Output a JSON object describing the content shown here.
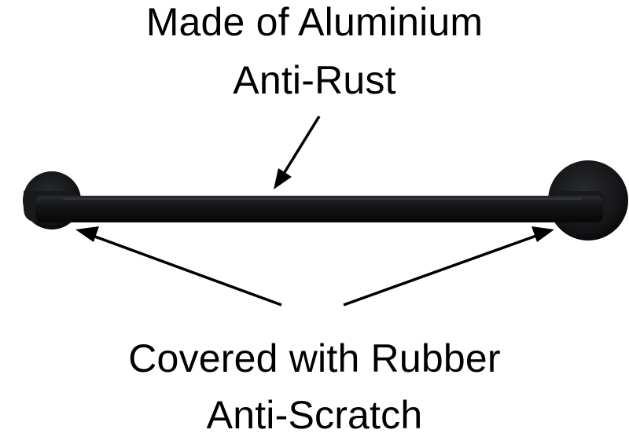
{
  "callouts": {
    "top": {
      "line1": "Made of Aluminium",
      "line2": "Anti-Rust"
    },
    "bottom": {
      "line1": "Covered with Rubber",
      "line2": "Anti-Scratch"
    }
  },
  "colors": {
    "product": "#111214",
    "arrow": "#000000",
    "text": "#000000",
    "background": "#ffffff"
  }
}
